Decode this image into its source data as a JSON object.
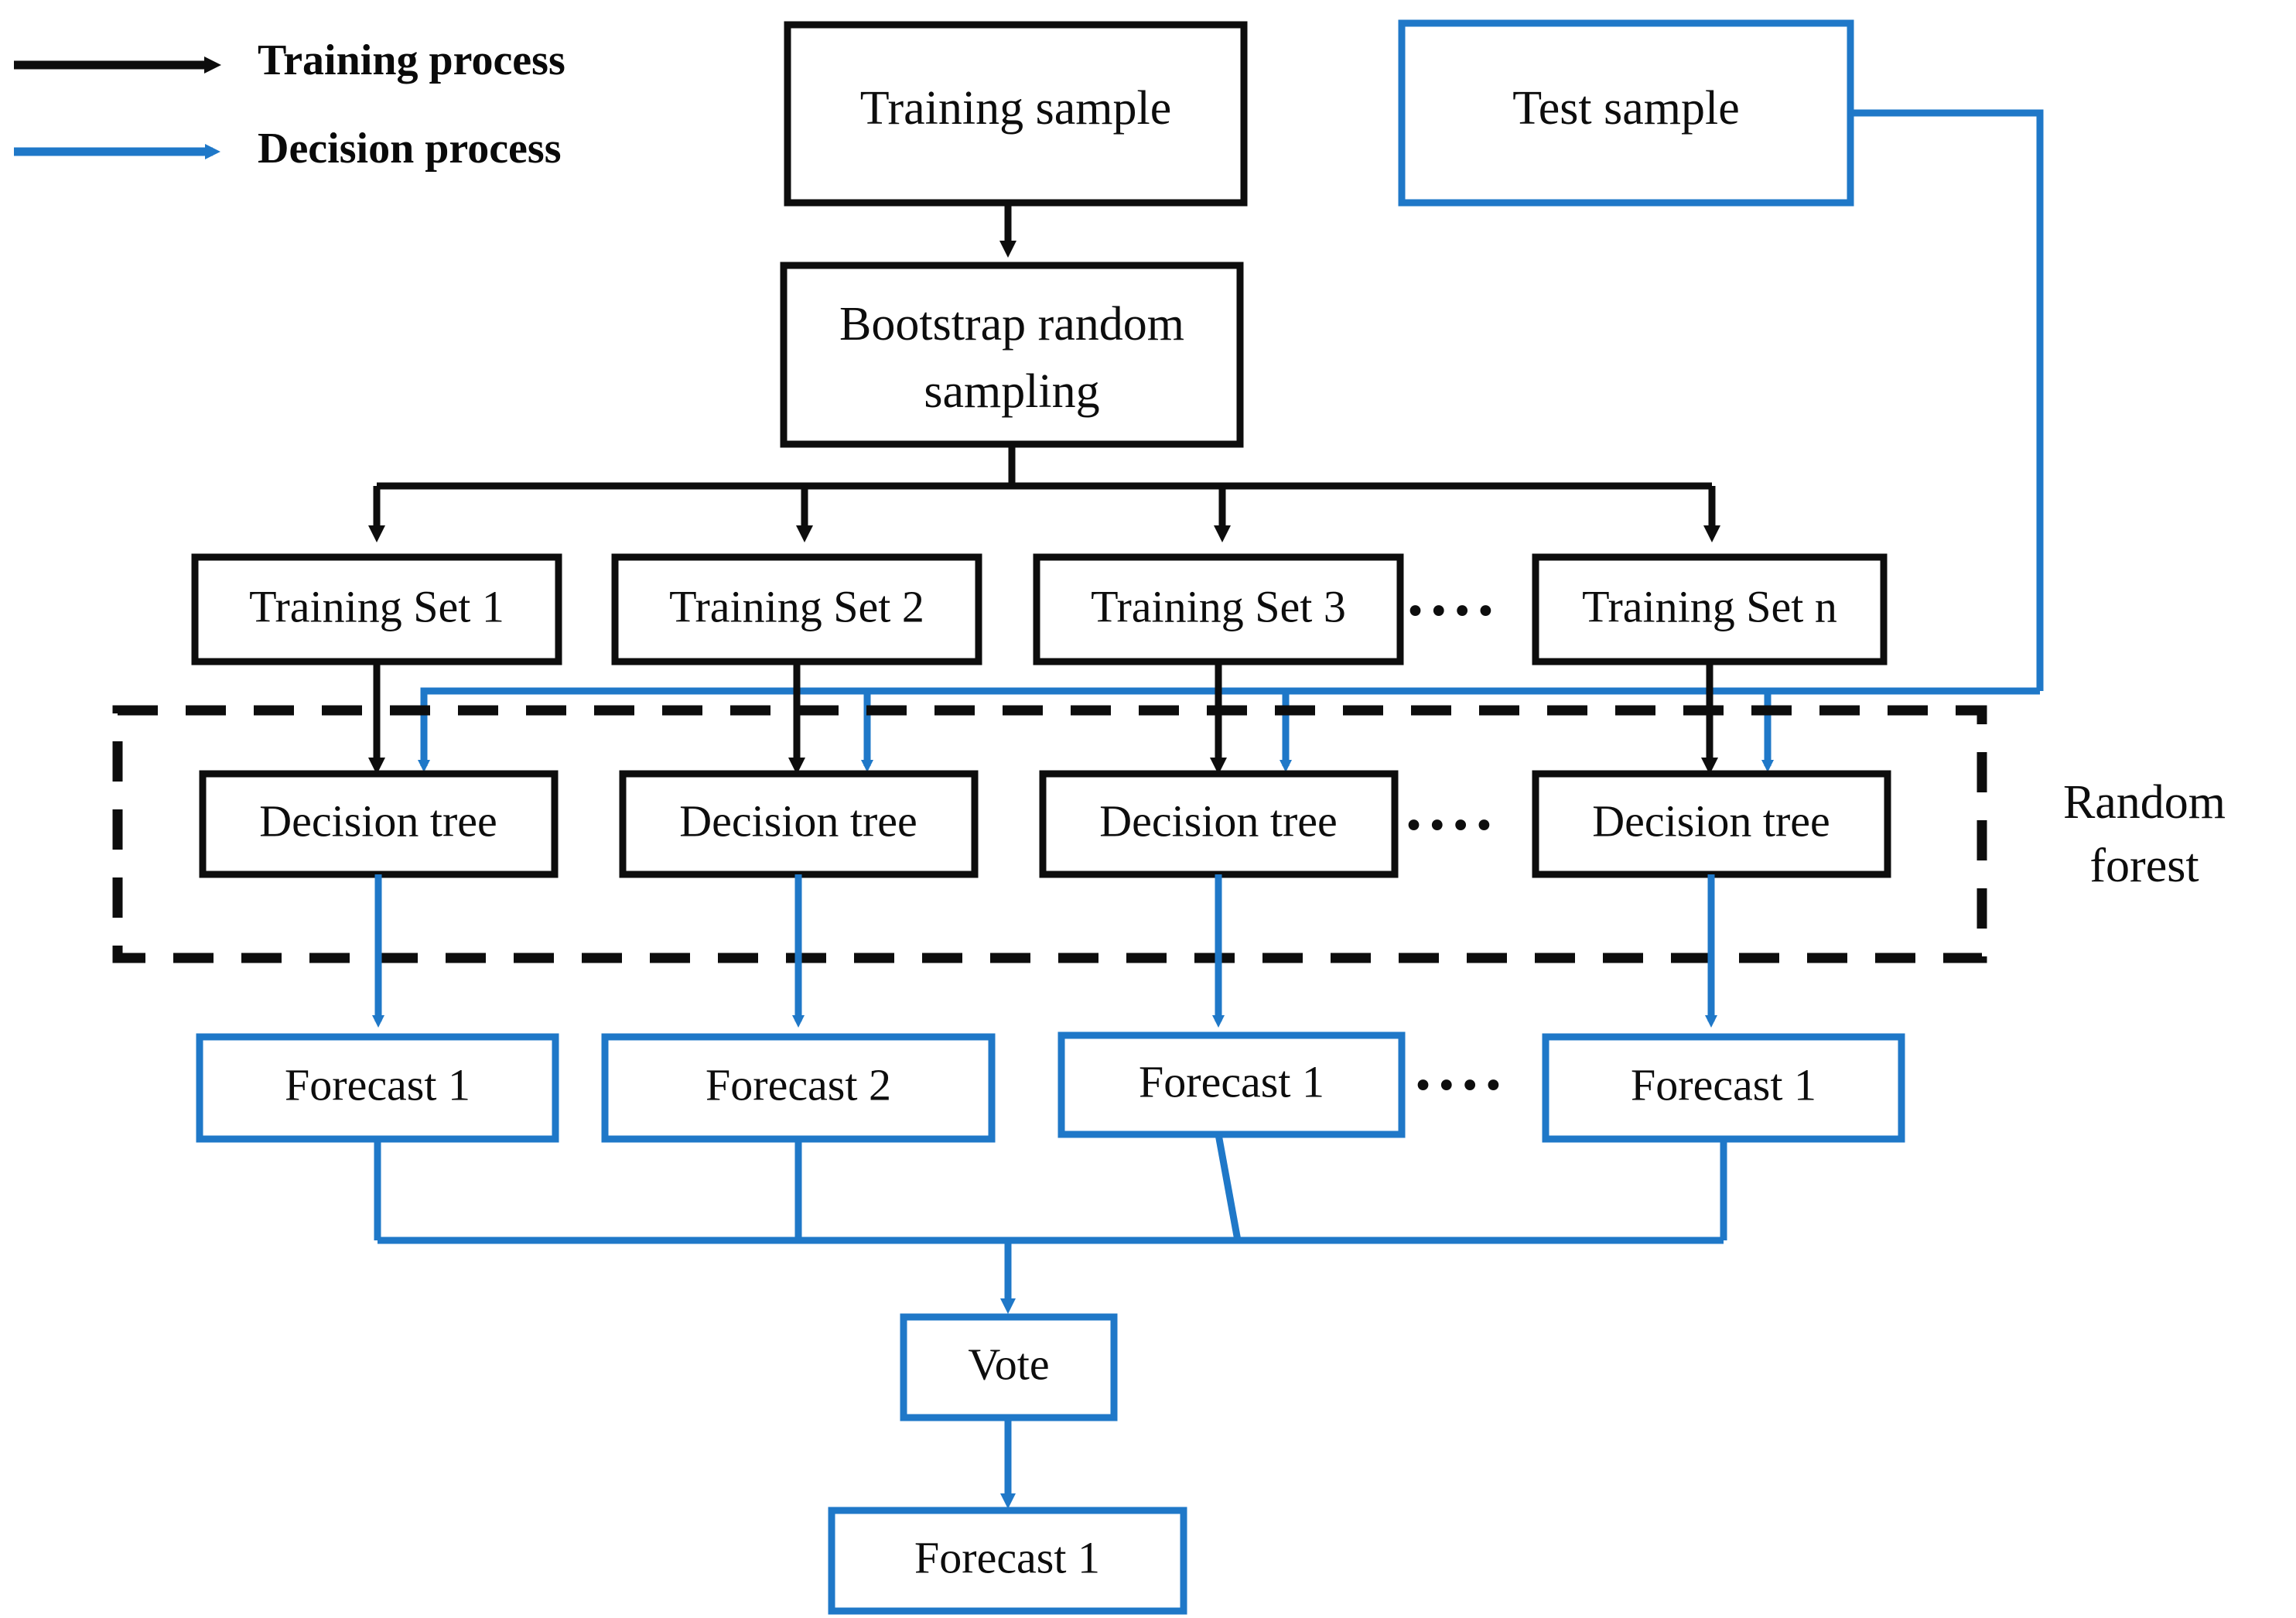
{
  "colors": {
    "black": "#0d0d0d",
    "blue": "#1f78c8",
    "text": "#0d0d0d",
    "background": "#ffffff"
  },
  "legend": {
    "items": [
      {
        "label": "Training process",
        "color": "#0d0d0d",
        "arrow": "solid-arrow-black"
      },
      {
        "label": "Decision process",
        "color": "#1f78c8",
        "arrow": "solid-arrow-blue"
      }
    ]
  },
  "nodes": {
    "training_sample": "Training sample",
    "test_sample": "Test sample",
    "bootstrap": "Bootstrap random sampling",
    "bootstrap_line1": "Bootstrap random",
    "bootstrap_line2": "sampling",
    "training_sets": [
      "Training Set 1",
      "Training Set 2",
      "Training Set 3",
      "Training Set n"
    ],
    "decision_trees": [
      "Decision tree",
      "Decision tree",
      "Decision tree",
      "Decision tree"
    ],
    "forecasts": [
      "Forecast 1",
      "Forecast 2",
      "Forecast 1",
      "Forecast 1"
    ],
    "vote": "Vote",
    "final_forecast": "Forecast 1"
  },
  "group": {
    "random_forest_line1": "Random",
    "random_forest_line2": "forest"
  },
  "ellipsis": {
    "glyph": "••••"
  }
}
